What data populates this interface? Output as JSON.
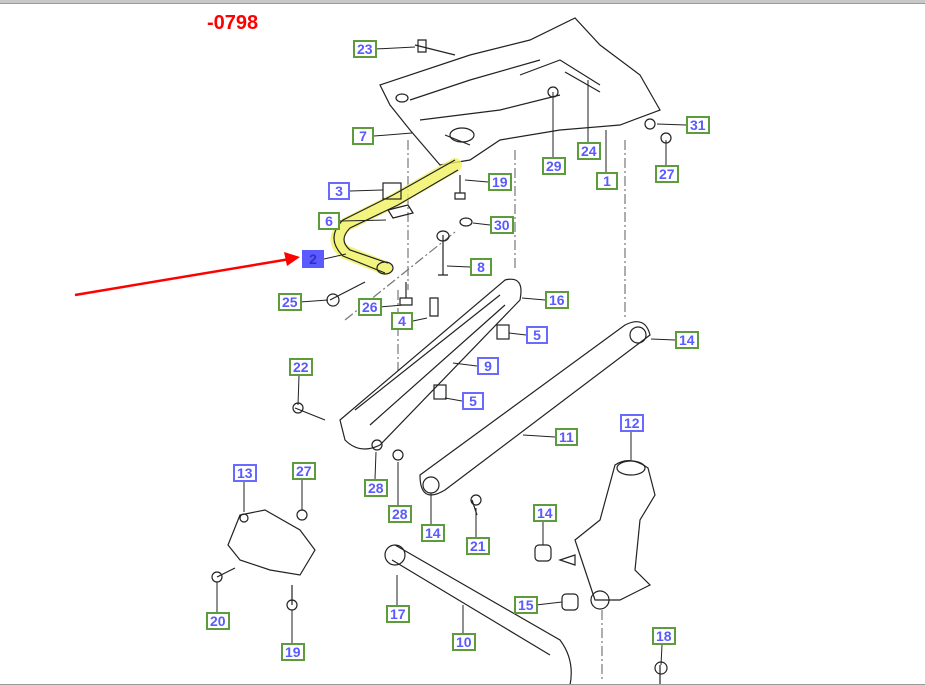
{
  "diagram_code": "-0798",
  "colors": {
    "callout_border_green": "#5c9c3c",
    "callout_border_blue": "#6a6aff",
    "callout_text": "#5a5aff",
    "selected_fill": "#5a5aff",
    "highlight": "#f0f060",
    "arrow": "#ff0000"
  },
  "callouts": [
    {
      "number": "23",
      "style": "green"
    },
    {
      "number": "7",
      "style": "green"
    },
    {
      "number": "3",
      "style": "blue"
    },
    {
      "number": "6",
      "style": "green"
    },
    {
      "number": "2",
      "style": "selected"
    },
    {
      "number": "25",
      "style": "green"
    },
    {
      "number": "26",
      "style": "green"
    },
    {
      "number": "4",
      "style": "green"
    },
    {
      "number": "19",
      "style": "green"
    },
    {
      "number": "30",
      "style": "green"
    },
    {
      "number": "8",
      "style": "green"
    },
    {
      "number": "29",
      "style": "green"
    },
    {
      "number": "24",
      "style": "green"
    },
    {
      "number": "1",
      "style": "green"
    },
    {
      "number": "31",
      "style": "green"
    },
    {
      "number": "27",
      "style": "green"
    },
    {
      "number": "16",
      "style": "green"
    },
    {
      "number": "5",
      "style": "blue"
    },
    {
      "number": "9",
      "style": "blue"
    },
    {
      "number": "5",
      "style": "blue"
    },
    {
      "number": "14",
      "style": "green"
    },
    {
      "number": "11",
      "style": "green"
    },
    {
      "number": "22",
      "style": "green"
    },
    {
      "number": "28",
      "style": "green"
    },
    {
      "number": "28",
      "style": "green"
    },
    {
      "number": "14",
      "style": "green"
    },
    {
      "number": "21",
      "style": "green"
    },
    {
      "number": "12",
      "style": "blue"
    },
    {
      "number": "13",
      "style": "blue"
    },
    {
      "number": "27",
      "style": "green"
    },
    {
      "number": "14",
      "style": "green"
    },
    {
      "number": "20",
      "style": "green"
    },
    {
      "number": "19",
      "style": "green"
    },
    {
      "number": "17",
      "style": "green"
    },
    {
      "number": "10",
      "style": "green"
    },
    {
      "number": "15",
      "style": "green"
    },
    {
      "number": "18",
      "style": "green"
    }
  ]
}
